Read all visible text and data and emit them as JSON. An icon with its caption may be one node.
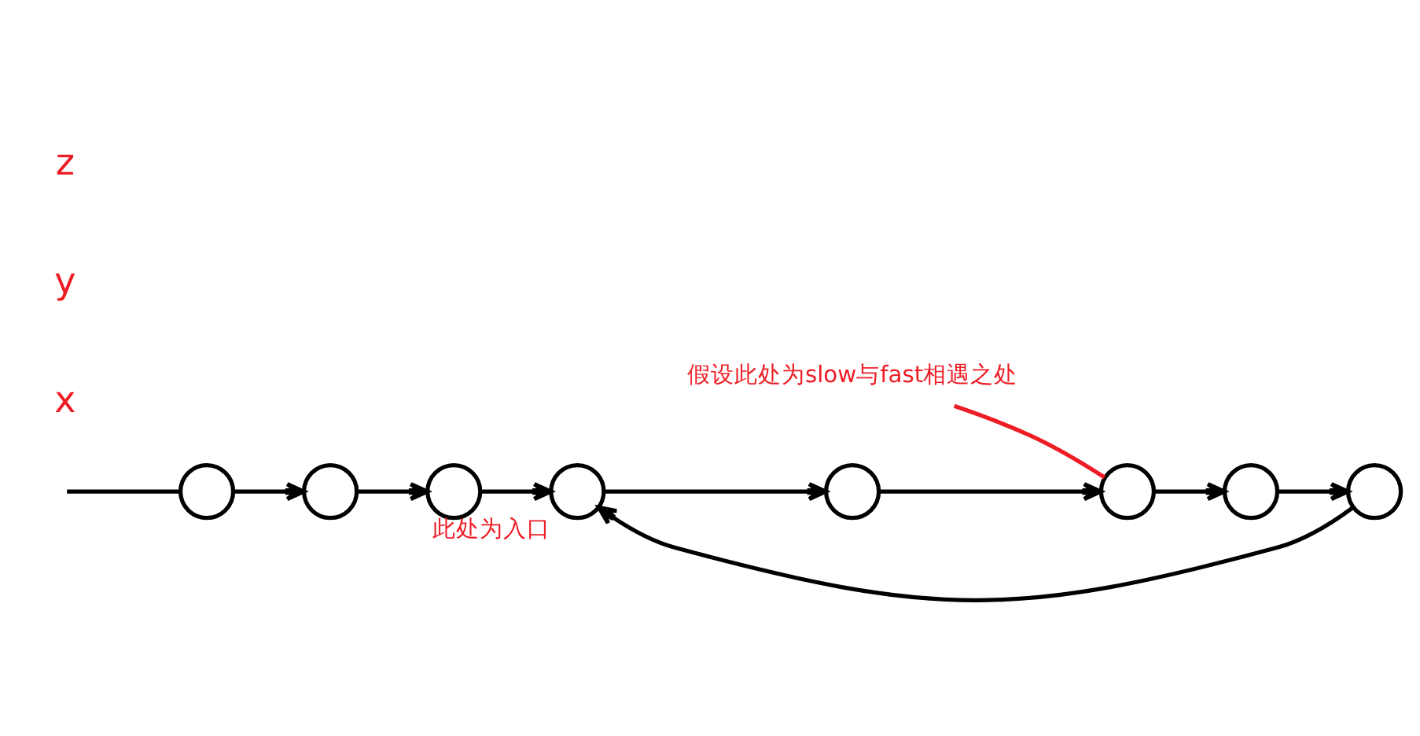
{
  "diagram": {
    "nodes": [
      {
        "text": [],
        "shape": "circle"
      },
      {
        "text": [],
        "shape": "circle"
      },
      {
        "text": [],
        "shape": "circle"
      },
      {
        "text": [],
        "shape": "circle",
        "beside": [
          "此处为入口"
        ]
      },
      {
        "text": [],
        "shape": "circle"
      },
      {
        "text": [],
        "shape": "circle"
      },
      {
        "text": [],
        "shape": "circle"
      },
      {
        "text": [],
        "shape": "circle"
      },
      {
        "text": [
          "假设此处为slow与fast相遇之处"
        ]
      }
    ],
    "edges": [
      {
        "from": null,
        "to": 0,
        "arrow": "none"
      },
      {
        "from": 0,
        "to": 1,
        "arrow": "to"
      },
      {
        "from": 1,
        "to": 2,
        "arrow": "to"
      },
      {
        "from": 2,
        "to": 3,
        "arrow": "to"
      },
      {
        "from": 3,
        "to": 4,
        "arrow": "to"
      },
      {
        "from": 4,
        "to": 5,
        "arrow": "to"
      },
      {
        "from": 5,
        "to": 6,
        "arrow": "to"
      },
      {
        "from": 6,
        "to": 7,
        "arrow": "to"
      },
      {
        "from": 7,
        "to": 3,
        "arrow": "to"
      },
      {
        "from": 8,
        "to": 5,
        "arrow": "none",
        "color": "#ee1c24"
      }
    ],
    "labels": [
      "x",
      "y",
      "z"
    ]
  }
}
